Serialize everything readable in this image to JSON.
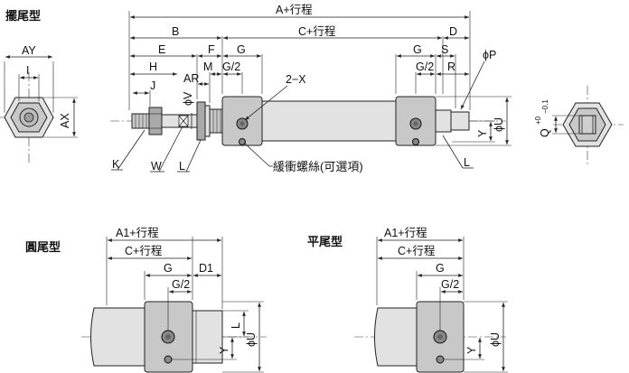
{
  "sections": {
    "swing_tail": "擺尾型",
    "round_tail": "圓尾型",
    "flat_tail": "平尾型"
  },
  "dims": {
    "A_stroke": "A+行程",
    "B": "B",
    "C_stroke": "C+行程",
    "D": "D",
    "E": "E",
    "F": "F",
    "G": "G",
    "G_half": "G/2",
    "S": "S",
    "R": "R",
    "H": "H",
    "J": "J",
    "AR": "AR",
    "M": "M",
    "phiV": "ϕV",
    "phiP": "ϕP",
    "phiU": "ϕU",
    "Y": "Y",
    "AY": "AY",
    "I": "I",
    "AX": "AX",
    "K": "K",
    "W": "W",
    "L": "L",
    "two_X": "2−X",
    "Q_tol": "Q",
    "tol_plus": "+0",
    "tol_minus": "−0.1",
    "A1_stroke": "A1+行程",
    "D1": "D1"
  },
  "notes": {
    "cushion_screw": "緩衝螺絲(可選項)"
  }
}
